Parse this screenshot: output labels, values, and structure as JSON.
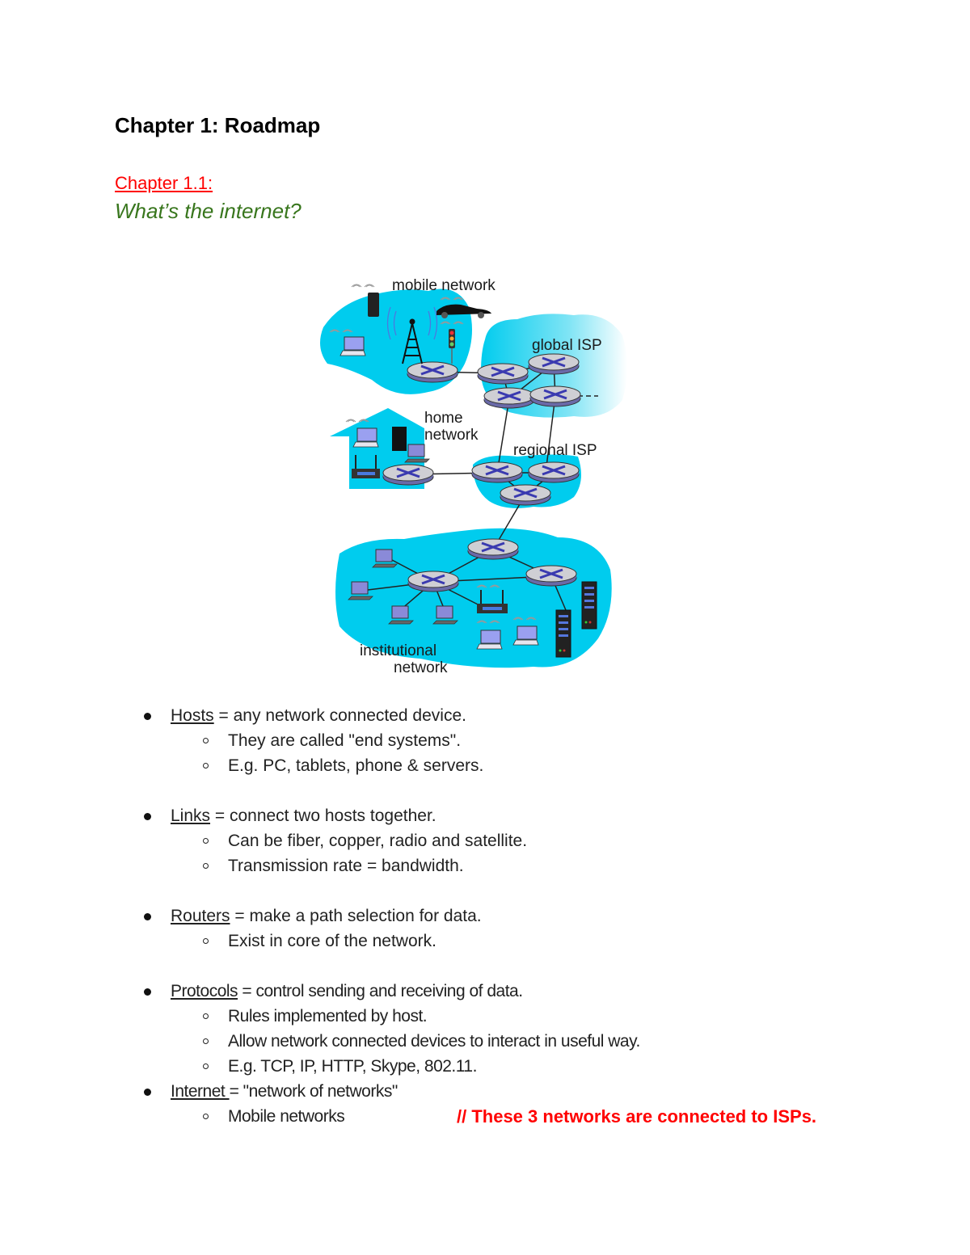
{
  "document": {
    "title": "Chapter 1: Roadmap",
    "section_label": "Chapter 1.1:",
    "section_subtitle": "What’s the internet?"
  },
  "figure": {
    "labels": {
      "mobile": "mobile network",
      "global_isp": "global ISP",
      "home_1": "home",
      "home_2": "network",
      "regional_isp": "regional ISP",
      "institutional_1": "institutional",
      "institutional_2": "network"
    },
    "colors": {
      "cloud": "#00ccee",
      "router_top": "#c8c8c8",
      "router_band": "#7070b0",
      "router_x": "#3a3aa8",
      "link": "#222222"
    }
  },
  "bullets": [
    {
      "term": "Hosts",
      "definition": " = any network connected device.",
      "sub": [
        "They are called \"end systems\".",
        "E.g. PC, tablets, phone & servers."
      ]
    },
    {
      "term": "Links",
      "definition": " = connect two hosts together.",
      "sub": [
        "Can be fiber, copper, radio and satellite.",
        "Transmission rate = bandwidth."
      ]
    },
    {
      "term": "Routers",
      "definition": " = make a path selection for data.",
      "sub": [
        "Exist in core of the network."
      ]
    },
    {
      "term": "Protocols",
      "definition": " = control sending and receiving of data.",
      "sub": [
        "Rules implemented by host.",
        "Allow network connected devices to interact in useful way.",
        "E.g. TCP, IP, HTTP, Skype, 802.11."
      ]
    },
    {
      "term": "Internet ",
      "definition": "= \"network of networks\"",
      "sub": [
        "Mobile networks"
      ]
    }
  ],
  "note": "// These 3 networks are connected to ISPs."
}
